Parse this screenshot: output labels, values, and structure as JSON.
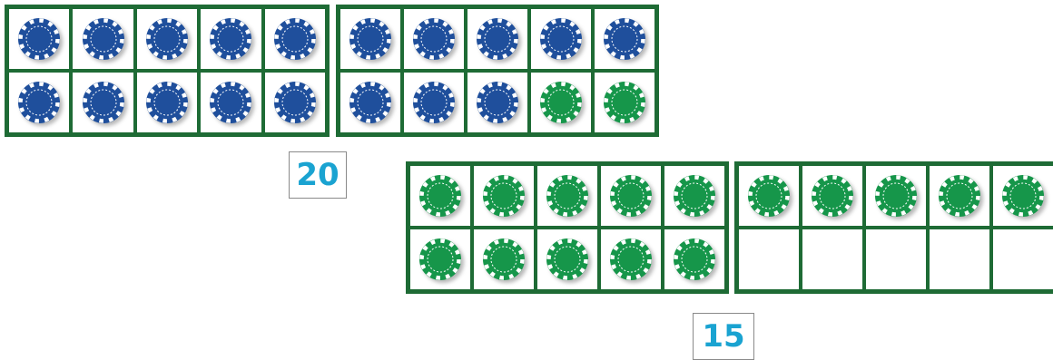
{
  "colors": {
    "frame": "#1e6b35",
    "blue_chip": "#1f4f9c",
    "green_chip": "#16964a",
    "number": "#1aa3d1"
  },
  "ten_frames": [
    {
      "cells": [
        "blue",
        "blue",
        "blue",
        "blue",
        "blue",
        "blue",
        "blue",
        "blue",
        "blue",
        "blue"
      ]
    },
    {
      "cells": [
        "blue",
        "blue",
        "blue",
        "blue",
        "blue",
        "blue",
        "blue",
        "blue",
        "green",
        "green"
      ]
    },
    {
      "cells": [
        "green",
        "green",
        "green",
        "green",
        "green",
        "green",
        "green",
        "green",
        "green",
        "green"
      ]
    },
    {
      "cells": [
        "green",
        "green",
        "green",
        "green",
        "green",
        "empty",
        "empty",
        "empty",
        "empty",
        "empty"
      ]
    }
  ],
  "counts": {
    "first": "20",
    "second": "15"
  }
}
